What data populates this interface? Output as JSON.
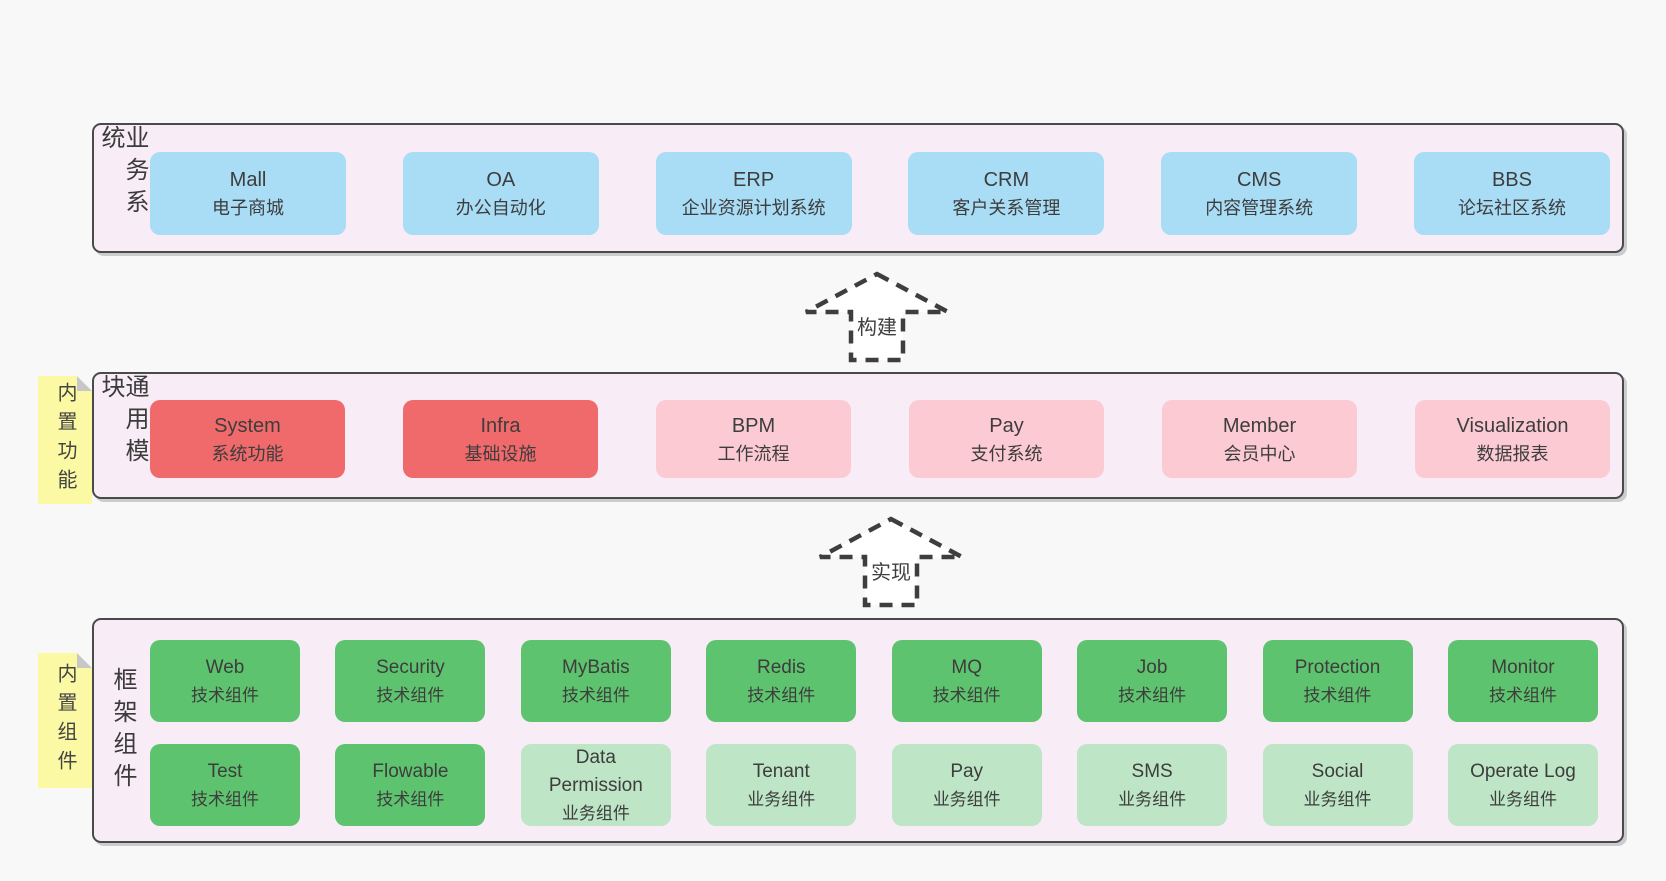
{
  "colors": {
    "page_bg": "#f8f8f8",
    "band_bg": "#f8edf6",
    "band_border": "#4a4a4a",
    "blue_box": "#a9dcf5",
    "red_box": "#f0696b",
    "pink_box": "#fbcad3",
    "green_dark_box": "#5ec36e",
    "green_light_box": "#bde5c6",
    "note_yellow": "#fbf9a4",
    "note_fold_gray": "#c7c7c9",
    "text": "#3d3d3d",
    "arrow_stroke": "#3e3e3e"
  },
  "bands": [
    {
      "label": "业务系统",
      "boxes": [
        {
          "title": "Mall",
          "subtitle": "电子商城"
        },
        {
          "title": "OA",
          "subtitle": "办公自动化"
        },
        {
          "title": "ERP",
          "subtitle": "企业资源计划系统"
        },
        {
          "title": "CRM",
          "subtitle": "客户关系管理"
        },
        {
          "title": "CMS",
          "subtitle": "内容管理系统"
        },
        {
          "title": "BBS",
          "subtitle": "论坛社区系统"
        }
      ]
    },
    {
      "label": "通用模块",
      "note": "内置功能",
      "boxes": [
        {
          "title": "System",
          "subtitle": "系统功能"
        },
        {
          "title": "Infra",
          "subtitle": "基础设施"
        },
        {
          "title": "BPM",
          "subtitle": "工作流程"
        },
        {
          "title": "Pay",
          "subtitle": "支付系统"
        },
        {
          "title": "Member",
          "subtitle": "会员中心"
        },
        {
          "title": "Visualization",
          "subtitle": "数据报表"
        }
      ]
    },
    {
      "label": "框架组件",
      "note": "内置组件",
      "rows": [
        [
          {
            "title": "Web",
            "subtitle": "技术组件"
          },
          {
            "title": "Security",
            "subtitle": "技术组件"
          },
          {
            "title": "MyBatis",
            "subtitle": "技术组件"
          },
          {
            "title": "Redis",
            "subtitle": "技术组件"
          },
          {
            "title": "MQ",
            "subtitle": "技术组件"
          },
          {
            "title": "Job",
            "subtitle": "技术组件"
          },
          {
            "title": "Protection",
            "subtitle": "技术组件"
          },
          {
            "title": "Monitor",
            "subtitle": "技术组件"
          }
        ],
        [
          {
            "title": "Test",
            "subtitle": "技术组件"
          },
          {
            "title": "Flowable",
            "subtitle": "技术组件"
          },
          {
            "title": "Data Permission",
            "subtitle": "业务组件"
          },
          {
            "title": "Tenant",
            "subtitle": "业务组件"
          },
          {
            "title": "Pay",
            "subtitle": "业务组件"
          },
          {
            "title": "SMS",
            "subtitle": "业务组件"
          },
          {
            "title": "Social",
            "subtitle": "业务组件"
          },
          {
            "title": "Operate Log",
            "subtitle": "业务组件"
          }
        ]
      ]
    }
  ],
  "arrows": [
    {
      "label": "构建"
    },
    {
      "label": "实现"
    }
  ]
}
